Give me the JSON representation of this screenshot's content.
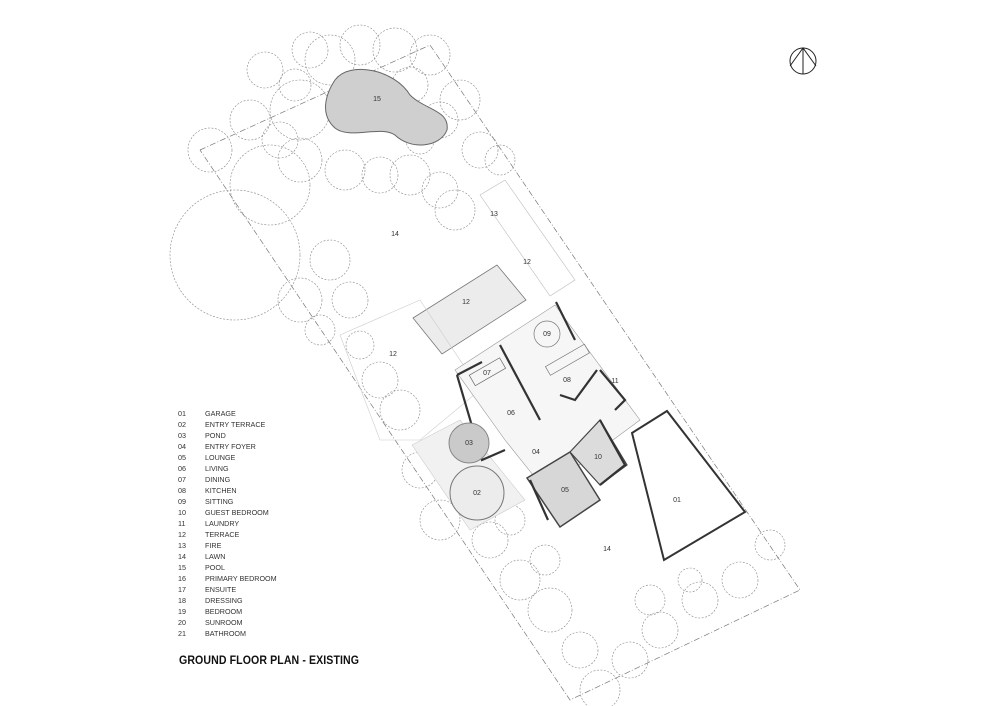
{
  "title": "GROUND FLOOR PLAN - EXISTING",
  "legend": [
    {
      "num": "01",
      "name": "GARAGE"
    },
    {
      "num": "02",
      "name": "ENTRY TERRACE"
    },
    {
      "num": "03",
      "name": "POND"
    },
    {
      "num": "04",
      "name": "ENTRY FOYER"
    },
    {
      "num": "05",
      "name": "LOUNGE"
    },
    {
      "num": "06",
      "name": "LIVING"
    },
    {
      "num": "07",
      "name": "DINING"
    },
    {
      "num": "08",
      "name": "KITCHEN"
    },
    {
      "num": "09",
      "name": "SITTING"
    },
    {
      "num": "10",
      "name": "GUEST BEDROOM"
    },
    {
      "num": "11",
      "name": "LAUNDRY"
    },
    {
      "num": "12",
      "name": "TERRACE"
    },
    {
      "num": "13",
      "name": "FIRE"
    },
    {
      "num": "14",
      "name": "LAWN"
    },
    {
      "num": "15",
      "name": "POOL"
    },
    {
      "num": "16",
      "name": "PRIMARY BEDROOM"
    },
    {
      "num": "17",
      "name": "ENSUITE"
    },
    {
      "num": "18",
      "name": "DRESSING"
    },
    {
      "num": "19",
      "name": "BEDROOM"
    },
    {
      "num": "20",
      "name": "SUNROOM"
    },
    {
      "num": "21",
      "name": "BATHROOM"
    }
  ],
  "plan_labels": {
    "pool": "15",
    "lawn_north": "14",
    "fire": "13",
    "terrace_east": "12",
    "terrace_north": "12",
    "terrace_west": "12",
    "sitting": "09",
    "dining": "07",
    "kitchen": "08",
    "laundry": "11",
    "living": "06",
    "pond": "03",
    "foyer": "04",
    "guest_bedroom": "10",
    "lounge": "05",
    "entry_terrace": "02",
    "garage": "01",
    "lawn_south": "14"
  }
}
